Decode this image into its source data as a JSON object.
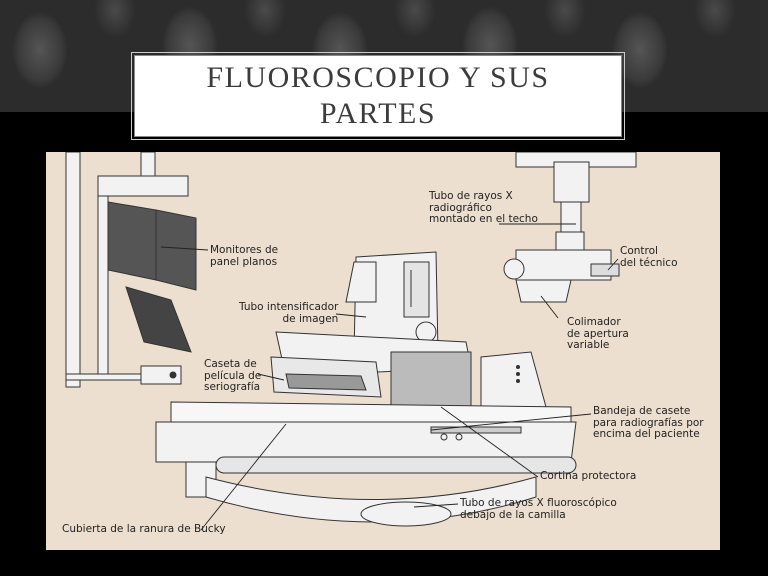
{
  "slide": {
    "title": "FLUOROSCOPIO Y SUS PARTES"
  },
  "diagram": {
    "labels": {
      "ceiling_tube_1": "Tubo de rayos X",
      "ceiling_tube_2": "radiográfico",
      "ceiling_tube_3": "montado en el techo",
      "monitors_1": "Monitores de",
      "monitors_2": "panel planos",
      "control_1": "Control",
      "control_2": "del técnico",
      "intensifier_1": "Tubo intensificador",
      "intensifier_2": "de imagen",
      "collimator_1": "Colimador",
      "collimator_2": "de apertura",
      "collimator_3": "variable",
      "cassette_1": "Caseta de",
      "cassette_2": "película de",
      "cassette_3": "seriografía",
      "tray_1": "Bandeja de casete",
      "tray_2": "para radiografías por",
      "tray_3": "encima del paciente",
      "curtain": "Cortina protectora",
      "fluoro_tube_1": "Tubo de rayos X fluoroscópico",
      "fluoro_tube_2": "debajo de la camilla",
      "bucky": "Cubierta de la ranura de Bucky"
    }
  }
}
